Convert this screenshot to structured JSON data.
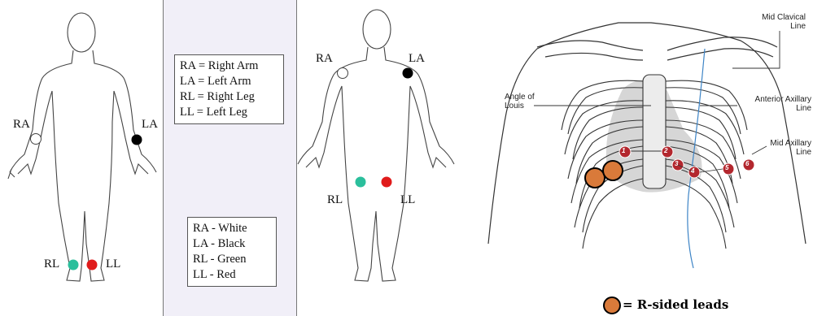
{
  "colors": {
    "RA": "#ffffff",
    "LA": "#000000",
    "RL": "#2bbf9c",
    "LL": "#e01b1b",
    "lead_marker": "#b3272e",
    "r_sided": "#d97a3a",
    "panel_bg": "#f1eff8"
  },
  "abbrev_legend": [
    "RA = Right Arm",
    "LA = Left Arm",
    "RL = Right Leg",
    "LL = Left Leg"
  ],
  "color_legend": [
    "RA - White",
    "LA - Black",
    "RL - Green",
    "LL - Red"
  ],
  "front_figure": {
    "ra": "RA",
    "la": "LA",
    "rl": "RL",
    "ll": "LL"
  },
  "back_figure": {
    "ra": "RA",
    "la": "LA",
    "rl": "RL",
    "ll": "LL"
  },
  "chest": {
    "mid_clavical": "Mid Clavical\nLine",
    "angle_of_louis": "Angle of\nLouis",
    "anterior_axillary": "Anterior Axillary\nLine",
    "mid_axillary": "Mid Axillary\nLine",
    "leads": [
      "1",
      "2",
      "3",
      "4",
      "5",
      "6"
    ],
    "r_sided_label": "= R-sided leads"
  }
}
